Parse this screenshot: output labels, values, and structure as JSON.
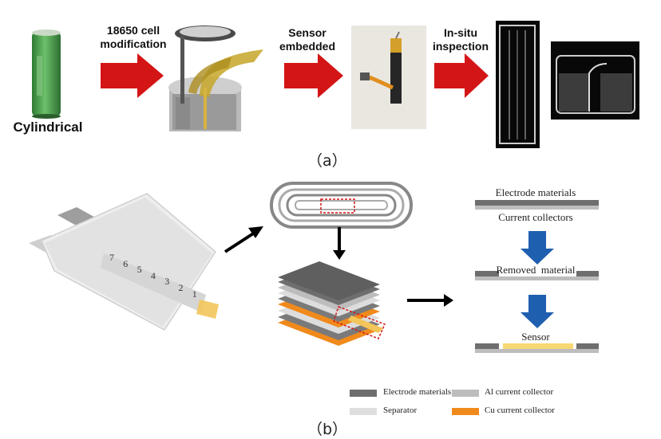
{
  "panel_a": {
    "caption": "（a）",
    "cell_label": "Cylindrical",
    "steps": [
      "18650 cell\nmodification",
      "Sensor\nembedded",
      "In-situ\ninspection"
    ]
  },
  "panel_b": {
    "caption": "（b）",
    "pouch_numbers": [
      "7",
      "6",
      "5",
      "4",
      "3",
      "2",
      "1"
    ],
    "layer_labels": [
      "Electrode materials",
      "Current collectors",
      "Removed  material",
      "Sensor"
    ],
    "legend": [
      {
        "label": "Electrode materials",
        "color": "#6e6e6e"
      },
      {
        "label": "Al current collector",
        "color": "#bdbdbd"
      },
      {
        "label": "Separator",
        "color": "#dedede"
      },
      {
        "label": "Cu current collector",
        "color": "#f08a1c"
      }
    ]
  },
  "colors": {
    "red_arrow": "#d41515",
    "blue_arrow": "#1f5fb0",
    "cell_green": "#4a9a4a",
    "sensor_yellow": "#f7d873"
  }
}
